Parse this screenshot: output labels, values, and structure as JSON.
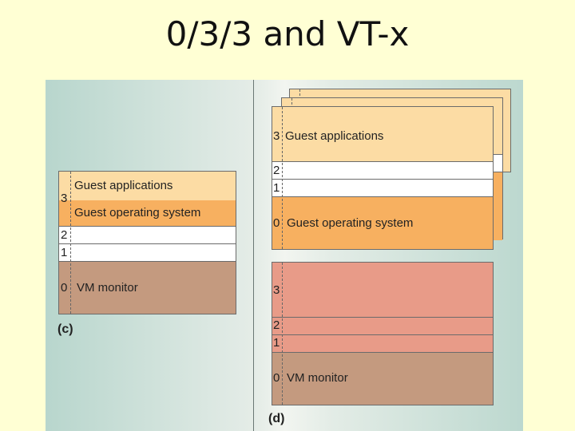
{
  "title": "0/3/3 and VT-x",
  "diagram_c": {
    "caption": "(c)",
    "ring_guest_apps": "3",
    "ring_2": "2",
    "ring_1": "1",
    "ring_0": "0",
    "guest_applications": "Guest applications",
    "guest_os": "Guest operating system",
    "vm_monitor": "VM monitor"
  },
  "diagram_d": {
    "caption": "(d)",
    "upper": {
      "ring_3": "3",
      "ring_2": "2",
      "ring_1": "1",
      "ring_0": "0",
      "guest_applications": "Guest applications",
      "guest_os": "Guest operating system"
    },
    "lower": {
      "ring_3": "3",
      "ring_2": "2",
      "ring_1": "1",
      "ring_0": "0",
      "vm_monitor": "VM monitor"
    }
  },
  "colors": {
    "guest_apps": "#fcdca4",
    "guest_os": "#f7b060",
    "white": "#ffffff",
    "vm_monitor": "#c49a7f",
    "pink": "#e89b88"
  }
}
